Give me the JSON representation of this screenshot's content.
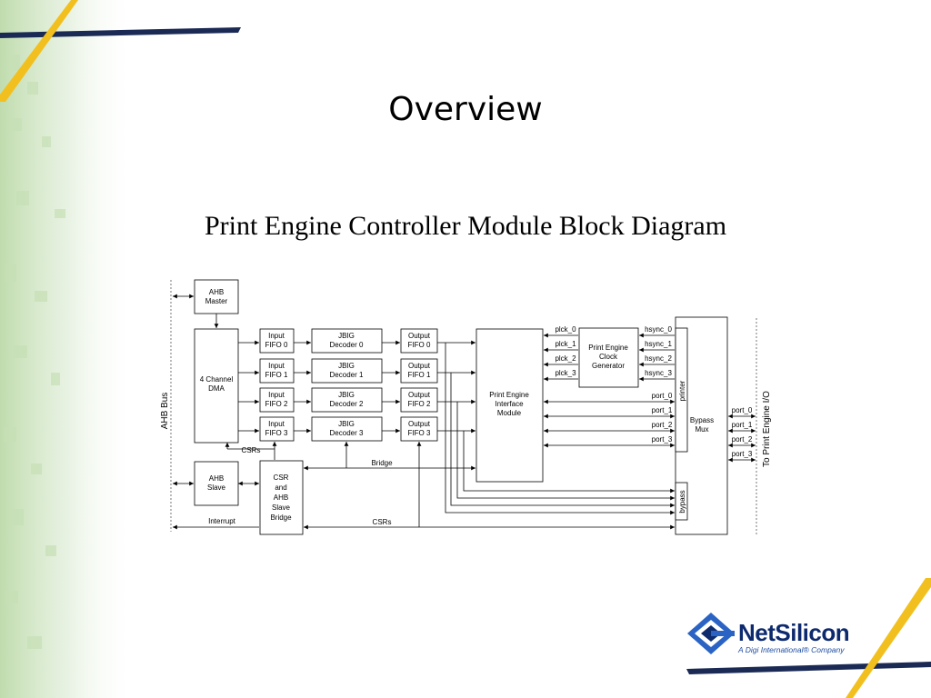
{
  "slide": {
    "title": "Overview",
    "subtitle": "Print Engine Controller Module Block Diagram"
  },
  "diagram": {
    "ahb_master": [
      "AHB",
      "Master"
    ],
    "dma": [
      "4 Channel",
      "DMA"
    ],
    "input_fifos": [
      [
        "Input",
        "FIFO 0"
      ],
      [
        "Input",
        "FIFO 1"
      ],
      [
        "Input",
        "FIFO 2"
      ],
      [
        "Input",
        "FIFO 3"
      ]
    ],
    "jbig_decoders": [
      [
        "JBIG",
        "Decoder 0"
      ],
      [
        "JBIG",
        "Decoder 1"
      ],
      [
        "JBIG",
        "Decoder 2"
      ],
      [
        "JBIG",
        "Decoder 3"
      ]
    ],
    "output_fifos": [
      [
        "Output",
        "FIFO 0"
      ],
      [
        "Output",
        "FIFO 1"
      ],
      [
        "Output",
        "FIFO 2"
      ],
      [
        "Output",
        "FIFO 3"
      ]
    ],
    "pei_module": [
      "Print Engine",
      "Interface",
      "Module"
    ],
    "clock_generator": [
      "Print Engine",
      "Clock",
      "Generator"
    ],
    "bypass_mux": [
      "Bypass",
      "Mux"
    ],
    "printer_label": "printer",
    "bypass_label": "bypass",
    "ahb_slave": [
      "AHB",
      "Slave"
    ],
    "csr_bridge": [
      "CSR",
      "and",
      "AHB",
      "Slave",
      "Bridge"
    ],
    "ahb_bus_label": "AHB Bus",
    "print_io_label": "To Print Engine I/O",
    "plck_labels": [
      "plck_0",
      "plck_1",
      "plck_2",
      "plck_3"
    ],
    "hsync_labels": [
      "hsync_0",
      "hsync_1",
      "hsync_2",
      "hsync_3"
    ],
    "port_labels": [
      "port_0",
      "port_1",
      "port_2",
      "port_3"
    ],
    "out_port_labels": [
      "port_0",
      "port_1",
      "port_2",
      "port_3"
    ],
    "csrs_top_label": "CSRs",
    "bridge_label": "Bridge",
    "interrupt_label": "Interrupt",
    "csrs_bottom_label": "CSRs"
  },
  "logo": {
    "name": "NetSilicon",
    "tagline": "A Digi International® Company",
    "colors": {
      "brand_blue": "#0d2a6e",
      "accent_yellow": "#f2c01e",
      "icon_blue": "#2a63c4"
    }
  }
}
